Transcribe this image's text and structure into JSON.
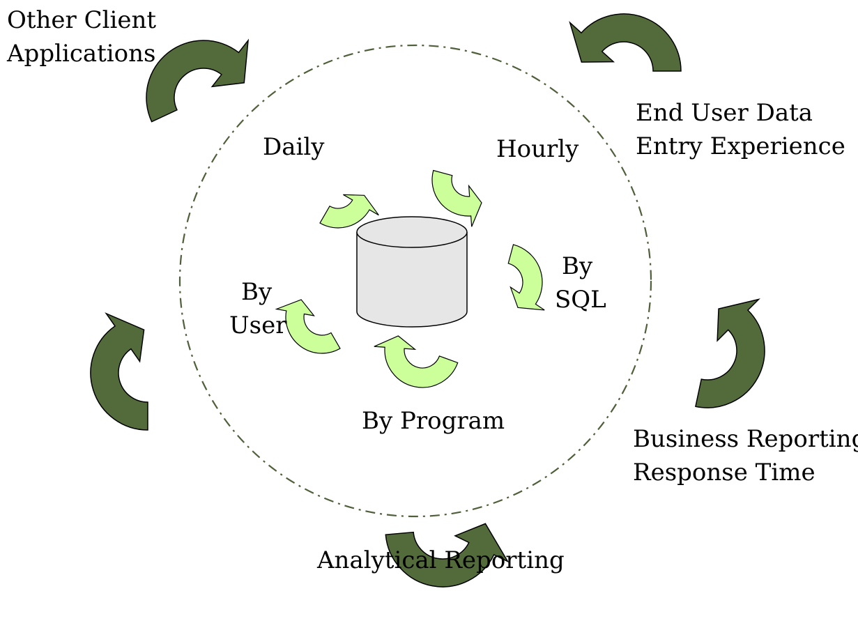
{
  "colors": {
    "outer_arrow": "#536b3a",
    "inner_arrow": "#ccff99",
    "boundary": "#4f5f3a",
    "cylinder_fill": "#e6e6e6"
  },
  "outer_labels": {
    "top_left": [
      "Other Client",
      "Applications"
    ],
    "top_right": [
      "End User Data",
      "Entry Experience"
    ],
    "right": [
      "Business Reporting",
      "Response Time"
    ],
    "bottom": [
      "Analytical Reporting"
    ]
  },
  "inner_labels": {
    "daily": [
      "Daily"
    ],
    "hourly": [
      "Hourly"
    ],
    "by_sql": [
      "By",
      "SQL"
    ],
    "by_program": [
      "By Program"
    ],
    "by_user": [
      "By",
      "User"
    ]
  },
  "icons": {
    "center": "database-cylinder-icon",
    "outer": "curved-arrow-icon",
    "inner": "curved-arrow-icon"
  }
}
